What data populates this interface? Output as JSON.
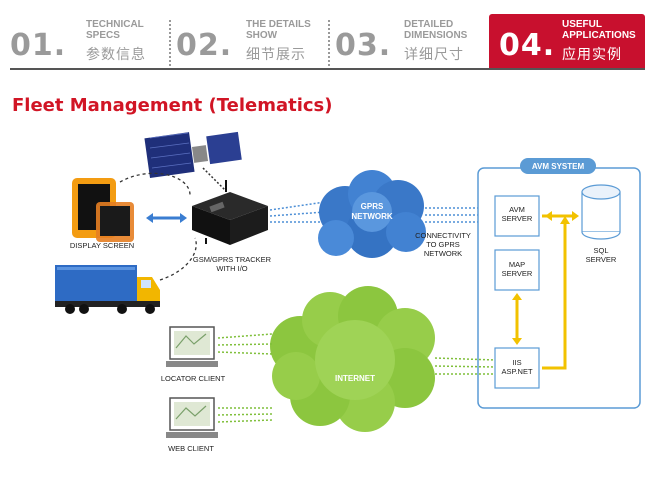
{
  "tabs": [
    {
      "num": "01.",
      "en": "TECHNICAL\nSPECS",
      "cn": "参数信息",
      "active": false
    },
    {
      "num": "02.",
      "en": "THE DETAILS\nSHOW",
      "cn": "细节展示",
      "active": false
    },
    {
      "num": "03.",
      "en": "DETAILED\nDIMENSIONS",
      "cn": "详细尺寸",
      "active": false
    },
    {
      "num": "04.",
      "en": "USEFUL\nAPPLICATIONS",
      "cn": "应用实例",
      "active": true
    }
  ],
  "title": "Fleet Management (Telematics)",
  "diagram": {
    "display_screen": "DISPLAY SCREEN",
    "tracker_line1": "GSM/GPRS TRACKER",
    "tracker_line2": "WITH I/O",
    "gprs_line1": "GPRS",
    "gprs_line2": "NETWORK",
    "connectivity_line1": "CONNECTIVITY",
    "connectivity_line2": "TO GPRS",
    "connectivity_line3": "NETWORK",
    "avm_system": "AVM SYSTEM",
    "avm_server_line1": "AVM",
    "avm_server_line2": "SERVER",
    "map_server_line1": "MAP",
    "map_server_line2": "SERVER",
    "iis_line1": "IIS",
    "iis_line2": "ASP.NET",
    "sql_line1": "SQL",
    "sql_line2": "SERVER",
    "internet": "INTERNET",
    "locator_client": "LOCATOR CLIENT",
    "web_client": "WEB CLIENT"
  },
  "colors": {
    "accent_red": "#c8102e",
    "title_red": "#d11525",
    "gprs_blue": "#3a78c8",
    "internet_green": "#8cc63f",
    "avm_panel_blue": "#5b9bd5",
    "connector_yellow": "#f2c200"
  }
}
